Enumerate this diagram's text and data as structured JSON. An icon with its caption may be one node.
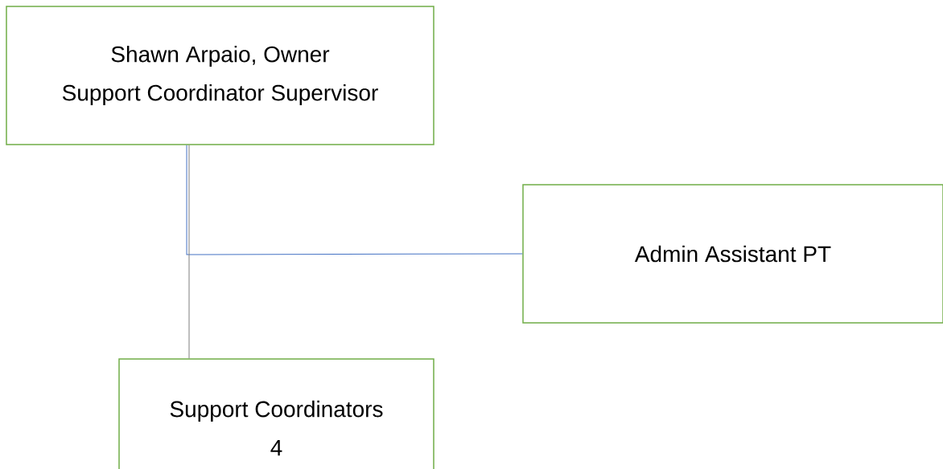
{
  "diagram": {
    "nodes": [
      {
        "text": [
          "Shawn Arpaio, Owner",
          "Support Coordinator Supervisor"
        ]
      },
      {
        "text": [
          "Admin Assistant PT"
        ]
      },
      {
        "text": [
          "Support Coordinators",
          "4"
        ]
      }
    ],
    "edges": [
      {
        "from": 0,
        "to": 1,
        "arrow": "none",
        "color": "#4472c4"
      },
      {
        "from": 0,
        "to": 2,
        "arrow": "none"
      }
    ]
  }
}
